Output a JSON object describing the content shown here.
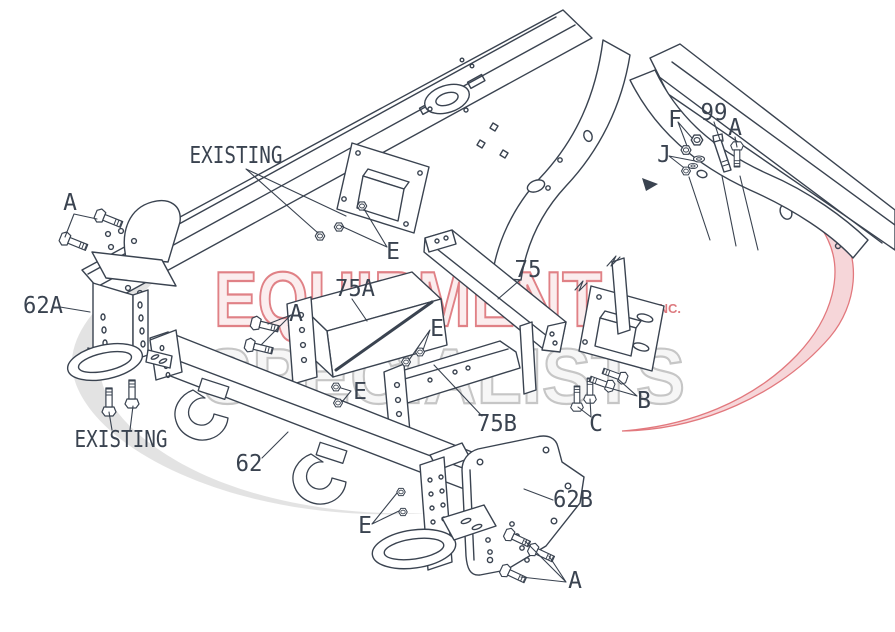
{
  "diagram_title": "truck frame mount exploded parts diagram",
  "watermark": {
    "line1": "EQUIPMENT",
    "line2": "SPECIALISTS",
    "suffix": "INC.",
    "red": "#dd6f74",
    "pink_fill": "#f6d2d5",
    "gray_stroke": "#c6c6c6",
    "swoosh_gray": "#dedede"
  },
  "colors": {
    "ink": "#3a4350",
    "background": "#ffffff"
  },
  "labels": [
    {
      "id": "existing-top",
      "text": "EXISTING"
    },
    {
      "id": "a-upper-left",
      "text": "A"
    },
    {
      "id": "62a",
      "text": "62A"
    },
    {
      "id": "75a",
      "text": "75A"
    },
    {
      "id": "a-mid-left",
      "text": "A"
    },
    {
      "id": "e-top",
      "text": "E"
    },
    {
      "id": "e-mid",
      "text": "E"
    },
    {
      "id": "e-left",
      "text": "E"
    },
    {
      "id": "existing-bottom",
      "text": "EXISTING"
    },
    {
      "id": "62",
      "text": "62"
    },
    {
      "id": "75",
      "text": "75"
    },
    {
      "id": "75b",
      "text": "75B"
    },
    {
      "id": "c",
      "text": "C"
    },
    {
      "id": "b",
      "text": "B"
    },
    {
      "id": "f",
      "text": "F"
    },
    {
      "id": "99",
      "text": "99"
    },
    {
      "id": "a-upper-right",
      "text": "A"
    },
    {
      "id": "j",
      "text": "J"
    },
    {
      "id": "62b",
      "text": "62B"
    },
    {
      "id": "e-bottom",
      "text": "E"
    },
    {
      "id": "a-bottom",
      "text": "A"
    }
  ]
}
